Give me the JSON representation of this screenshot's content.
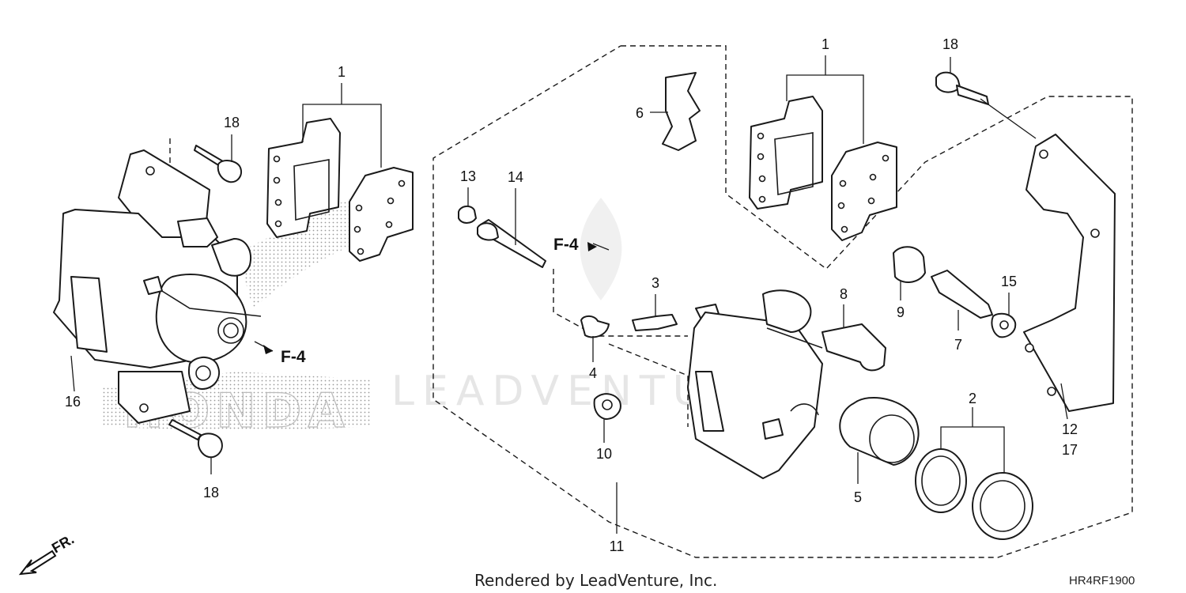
{
  "callouts": {
    "c1_left": "1",
    "c1_right": "1",
    "c2": "2",
    "c3": "3",
    "c4": "4",
    "c5": "5",
    "c6": "6",
    "c7": "7",
    "c8": "8",
    "c9": "9",
    "c10": "10",
    "c11": "11",
    "c12": "12",
    "c13": "13",
    "c14": "14",
    "c15": "15",
    "c16": "16",
    "c17": "17",
    "c18_top_left": "18",
    "c18_bottom_left": "18",
    "c18_top_right": "18"
  },
  "references": {
    "left": "F-4",
    "right": "F-4"
  },
  "direction_label": "FR.",
  "watermark": "LEADVENTURE",
  "background_logo": "HONDA",
  "footer_text": "Rendered by LeadVenture, Inc.",
  "diagram_code": "HR4RF1900"
}
